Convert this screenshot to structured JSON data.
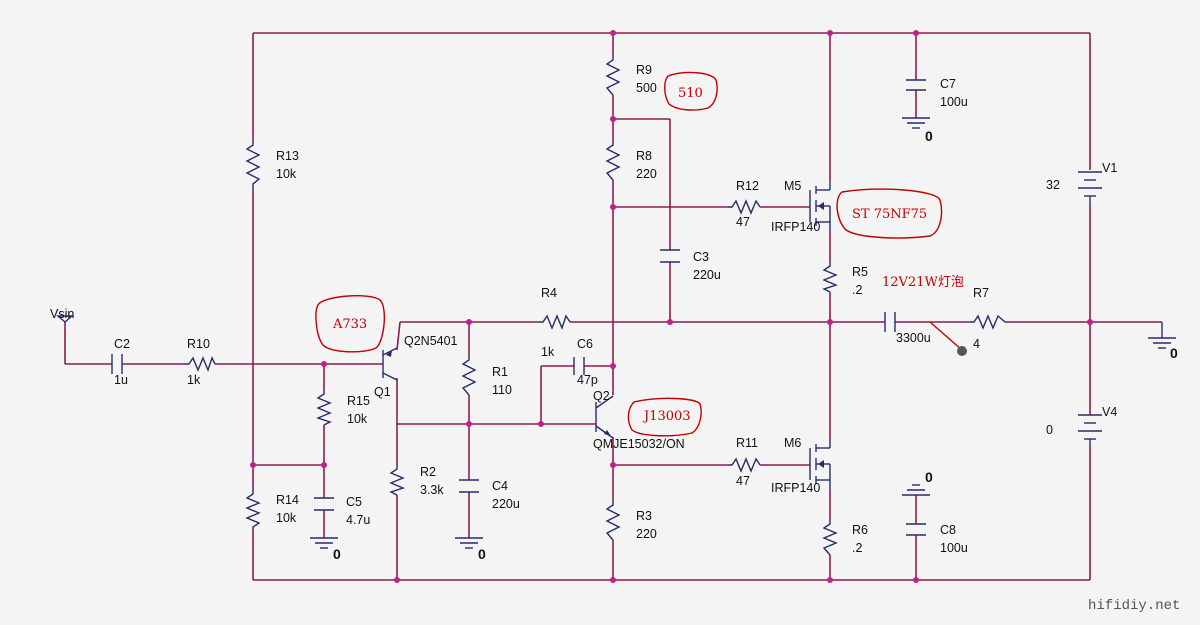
{
  "labels": {
    "vsin": "Vsin",
    "c2": "C2",
    "c2_val": "1u",
    "r10": "R10",
    "r10_val": "1k",
    "r13": "R13",
    "r13_val": "10k",
    "r14": "R14",
    "r14_val": "10k",
    "r15": "R15",
    "r15_val": "10k",
    "c5": "C5",
    "c5_val": "4.7u",
    "q1": "Q1",
    "q1_part": "Q2N5401",
    "r2": "R2",
    "r2_val": "3.3k",
    "r1": "R1",
    "r1_val": "110",
    "c4": "C4",
    "c4_val": "220u",
    "r4": "R4",
    "r4_val": "1k",
    "c6": "C6",
    "c6_val": "47p",
    "q2": "Q2",
    "q2_part": "QMJE15032/ON",
    "r9": "R9",
    "r9_val": "500",
    "r8": "R8",
    "r8_val": "220",
    "c3": "C3",
    "c3_val": "220u",
    "r3": "R3",
    "r3_val": "220",
    "r12": "R12",
    "r12_val": "47",
    "m5": "M5",
    "m5_part": "IRFP140",
    "r11": "R11",
    "r11_val": "47",
    "m6": "M6",
    "m6_part": "IRFP140",
    "r5": "R5",
    "r5_val": ".2",
    "r6": "R6",
    "r6_val": ".2",
    "c7": "C7",
    "c7_val": "100u",
    "c8": "C8",
    "c8_val": "100u",
    "c1_val": "3300u",
    "r7": "R7",
    "r7_val": "4",
    "v1": "V1",
    "v1_val": "32",
    "v4": "V4",
    "v4_val": "0",
    "gnd": "0"
  },
  "annotations": {
    "a733": "A733",
    "j13003": "J13003",
    "st75nf75": "ST 75NF75",
    "r9_new": "510",
    "lamp": "12V21W灯泡"
  },
  "watermark": "hifidiy.net"
}
